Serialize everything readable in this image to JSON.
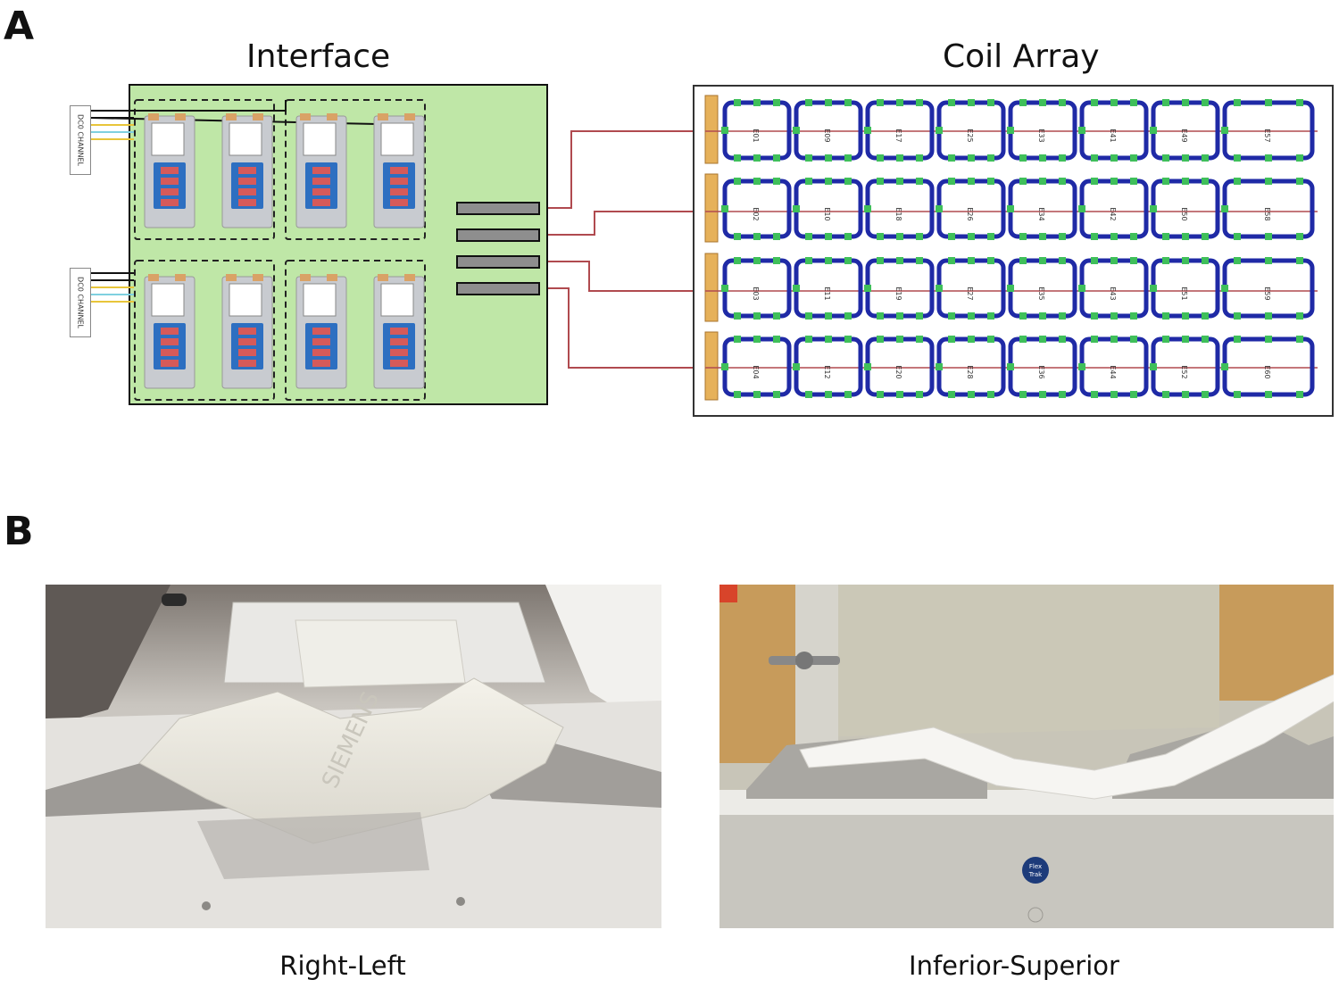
{
  "panel_a": {
    "letter": "A",
    "interface_title": "Interface",
    "coil_array_title": "Coil Array",
    "coil_rows": [
      [
        "E01",
        "E09",
        "E17",
        "E25",
        "E33",
        "E41",
        "E49",
        "E57"
      ],
      [
        "E02",
        "E10",
        "E18",
        "E26",
        "E34",
        "E42",
        "E50",
        "E58"
      ],
      [
        "E03",
        "E11",
        "E19",
        "E27",
        "E35",
        "E43",
        "E51",
        "E59"
      ],
      [
        "E04",
        "E12",
        "E20",
        "E28",
        "E36",
        "E44",
        "E52",
        "E60"
      ]
    ],
    "connector_label": "DC0 CHANNEL",
    "colors": {
      "interface_board": "#bfe7a7",
      "coil_trace": "#1f2aa6",
      "signal_wire": "#b04a4f",
      "connector": "#8e8e8e",
      "component_green": "#3fbf5a",
      "preamp_blue": "#2d6fc1",
      "preamp_red": "#d65a5a"
    }
  },
  "panel_b": {
    "letter": "B",
    "left_caption": "Right-Left",
    "right_caption": "Inferior-Superior",
    "sticker_text": "Flex Trak"
  }
}
